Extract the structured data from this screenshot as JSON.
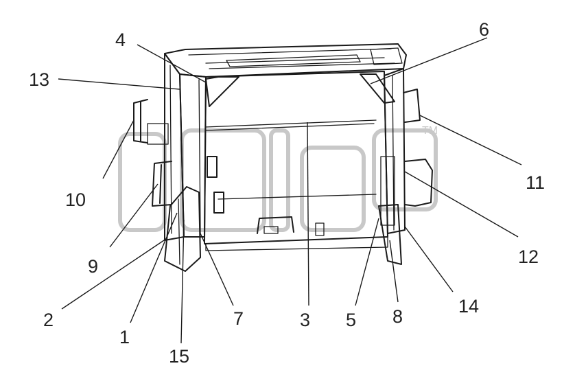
{
  "callouts": [
    {
      "id": "c1",
      "text": "1"
    },
    {
      "id": "c2",
      "text": "2"
    },
    {
      "id": "c3",
      "text": "3"
    },
    {
      "id": "c4",
      "text": "4"
    },
    {
      "id": "c5",
      "text": "5"
    },
    {
      "id": "c6",
      "text": "6"
    },
    {
      "id": "c7",
      "text": "7"
    },
    {
      "id": "c8",
      "text": "8"
    },
    {
      "id": "c9",
      "text": "9"
    },
    {
      "id": "c10",
      "text": "10"
    },
    {
      "id": "c11",
      "text": "11"
    },
    {
      "id": "c12",
      "text": "12"
    },
    {
      "id": "c13",
      "text": "13"
    },
    {
      "id": "c14",
      "text": "14"
    },
    {
      "id": "c15",
      "text": "15"
    }
  ],
  "watermark": {
    "trademark": "TM"
  }
}
